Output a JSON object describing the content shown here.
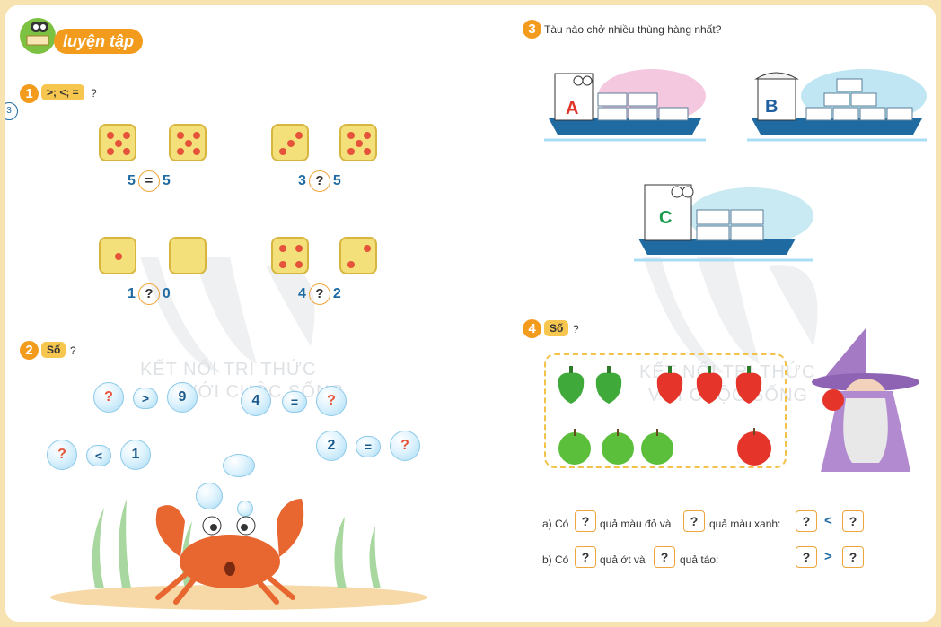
{
  "header": {
    "title": "luyện tập"
  },
  "side_badges": {
    "left_page": "3"
  },
  "ex1": {
    "number": "1",
    "label": ">; <; =",
    "qmark": "?",
    "pairs": [
      {
        "left": "5",
        "sym": "=",
        "right": "5"
      },
      {
        "left": "3",
        "sym": "?",
        "right": "5"
      },
      {
        "left": "1",
        "sym": "?",
        "right": "0"
      },
      {
        "left": "4",
        "sym": "?",
        "right": "2"
      }
    ]
  },
  "ex2": {
    "number": "2",
    "label": "Số",
    "qmark": "?",
    "rows": [
      {
        "a": "?",
        "op": ">",
        "b": "9"
      },
      {
        "a": "4",
        "op": "=",
        "b": "?"
      },
      {
        "a": "?",
        "op": "<",
        "b": "1"
      },
      {
        "a": "2",
        "op": "=",
        "b": "?"
      }
    ]
  },
  "ex3": {
    "number": "3",
    "question": "Tàu nào chở nhiều thùng hàng nhất?",
    "ships": [
      "A",
      "B",
      "C"
    ]
  },
  "ex4": {
    "number": "4",
    "label": "Số",
    "qmark": "?",
    "line_a": {
      "prefix": "a) Có",
      "box1": "?",
      "mid": "quả màu đỏ và",
      "box2": "?",
      "suffix": "quả màu xanh:",
      "l": "?",
      "sym": "<",
      "r": "?"
    },
    "line_b": {
      "prefix": "b) Có",
      "box1": "?",
      "mid": "quả ớt và",
      "box2": "?",
      "suffix": "quả táo:",
      "l": "?",
      "sym": ">",
      "r": "?"
    }
  },
  "watermark": {
    "line1": "KẾT NỐI TRI THỨC",
    "line2": "VỚI CUỘC SỐNG"
  },
  "colors": {
    "accent": "#f39b1c",
    "pill": "#f7c64f",
    "blue": "#1e6aa2",
    "die": "#f3e07a",
    "dot": "#e5543a"
  }
}
